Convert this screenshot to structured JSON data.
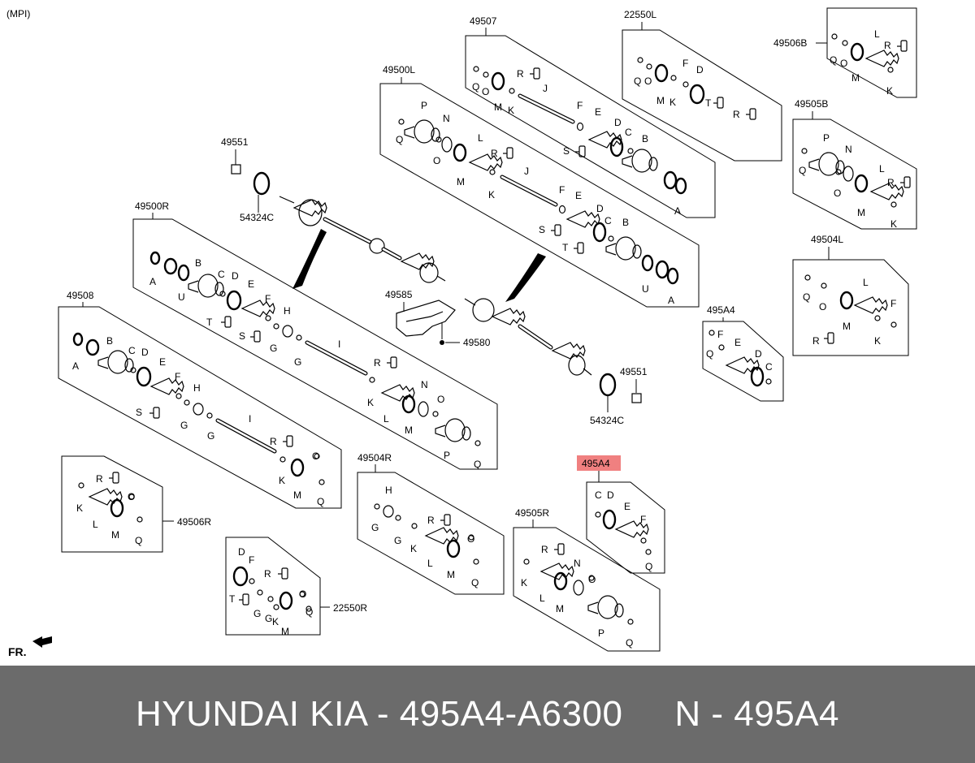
{
  "header": {
    "engine": "(MPI)"
  },
  "assemblies": {
    "a49507": "49507",
    "a22550L": "22550L",
    "a49506B": "49506B",
    "a49500L": "49500L",
    "a49505B": "49505B",
    "a49551_top": "49551",
    "a54324C_top": "54324C",
    "a49500R": "49500R",
    "a49504L": "49504L",
    "a495A4_right": "495A4",
    "a49508": "49508",
    "a49585": "49585",
    "a49580": "49580",
    "a49551_mid": "49551",
    "a54324C_mid": "54324C",
    "a495A4_highlight": "495A4",
    "a49504R": "49504R",
    "a49506R": "49506R",
    "a49505R": "49505R",
    "a22550R": "22550R"
  },
  "direction_label": "FR.",
  "highlight_color": "#f08080",
  "footer": {
    "brand_part": "HYUNDAI KIA - 495A4-A6300",
    "ref": "N - 495A4"
  }
}
